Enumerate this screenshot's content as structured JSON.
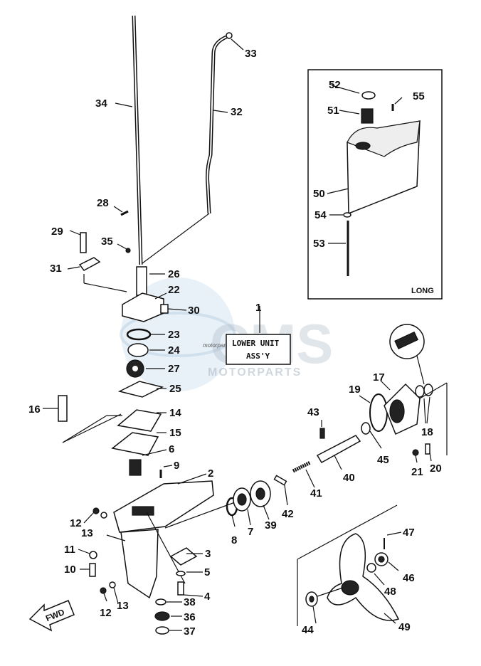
{
  "diagram": {
    "assembly_label": [
      "LOWER UNIT",
      "ASS'Y"
    ],
    "inset_label": "LONG",
    "direction_label": "FWD",
    "watermark": {
      "logo_text": "CMS",
      "subtitle": "MOTORPARTS",
      "tiny_text": "motorparts.net"
    },
    "callouts": [
      "1",
      "2",
      "3",
      "4",
      "5",
      "6",
      "7",
      "8",
      "9",
      "10",
      "11",
      "12",
      "13",
      "14",
      "15",
      "16",
      "17",
      "18",
      "19",
      "20",
      "21",
      "22",
      "23",
      "24",
      "25",
      "26",
      "27",
      "28",
      "29",
      "30",
      "31",
      "32",
      "33",
      "34",
      "35",
      "36",
      "37",
      "38",
      "39",
      "40",
      "41",
      "42",
      "43",
      "44",
      "45",
      "46",
      "47",
      "48",
      "49",
      "50",
      "51",
      "52",
      "53",
      "54",
      "55",
      "12",
      "13"
    ]
  }
}
